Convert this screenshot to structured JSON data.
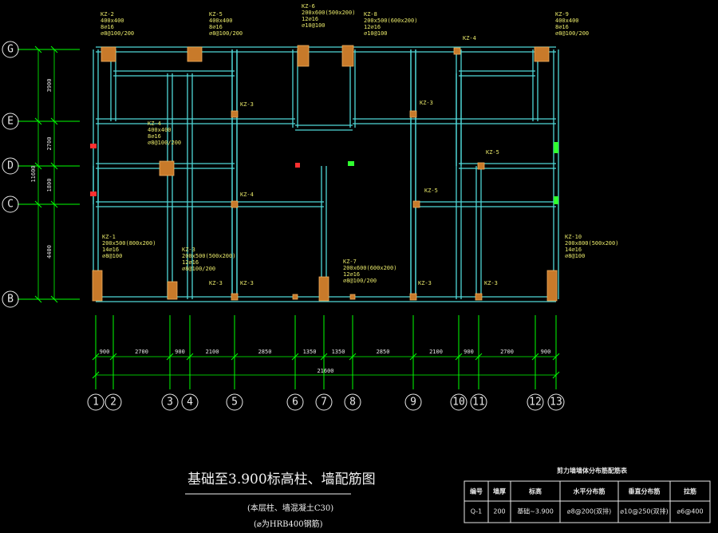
{
  "title": "基础至3.900标高柱、墙配筋图",
  "subtitle1": "(本层柱、墙混凝土C30)",
  "subtitle2": "(⌀为HRB400钢筋)",
  "grid_rows": [
    "G",
    "E",
    "D",
    "C",
    "B"
  ],
  "grid_cols": [
    "1",
    "2",
    "3",
    "4",
    "5",
    "6",
    "7",
    "8",
    "9",
    "10",
    "11",
    "12",
    "13"
  ],
  "row_dims": [
    "3900",
    "2700",
    "1800",
    "4400"
  ],
  "row_total": "11600",
  "col_dims": [
    "900",
    "2700",
    "900",
    "2100",
    "2850",
    "1350",
    "1350",
    "2850",
    "2100",
    "900",
    "2700",
    "900"
  ],
  "col_total": "21600",
  "columns": [
    {
      "id": "kz2",
      "lines": [
        "KZ-2",
        "400x400",
        "8⌀16",
        "⌀8@100/200"
      ]
    },
    {
      "id": "kz5",
      "lines": [
        "KZ-5",
        "400x400",
        "8⌀16",
        "⌀8@100/200"
      ]
    },
    {
      "id": "kz6",
      "lines": [
        "KZ-6",
        "200x600(500x200)",
        "12⌀16",
        "⌀10@100"
      ]
    },
    {
      "id": "kz8",
      "lines": [
        "KZ-8",
        "200x500(600x200)",
        "12⌀16",
        "⌀10@100"
      ]
    },
    {
      "id": "kz9",
      "lines": [
        "KZ-9",
        "400x400",
        "8⌀16",
        "⌀8@100/200"
      ]
    },
    {
      "id": "kz4a",
      "lines": [
        "KZ-4"
      ]
    },
    {
      "id": "kz4b",
      "lines": [
        "KZ-4",
        "400x400",
        "8⌀16",
        "⌀8@100/200"
      ]
    },
    {
      "id": "kz3a",
      "lines": [
        "KZ-3"
      ]
    },
    {
      "id": "kz3b",
      "lines": [
        "KZ-3"
      ]
    },
    {
      "id": "kz4c",
      "lines": [
        "KZ-4"
      ]
    },
    {
      "id": "kz5b",
      "lines": [
        "KZ-5"
      ]
    },
    {
      "id": "kz5c",
      "lines": [
        "KZ-5"
      ]
    },
    {
      "id": "kz1",
      "lines": [
        "KZ-1",
        "200x500(800x200)",
        "14⌀16",
        "⌀8@100"
      ]
    },
    {
      "id": "kz3c",
      "lines": [
        "KZ-3",
        "200x500(500x200)",
        "12⌀16",
        "⌀8@100/200"
      ]
    },
    {
      "id": "kz7",
      "lines": [
        "KZ-7",
        "200x600(600x200)",
        "12⌀16",
        "⌀8@100/200"
      ]
    },
    {
      "id": "kz10",
      "lines": [
        "KZ-10",
        "200x800(500x200)",
        "14⌀16",
        "⌀8@100"
      ]
    },
    {
      "id": "kz3d",
      "lines": [
        "KZ-3"
      ]
    },
    {
      "id": "kz3e",
      "lines": [
        "KZ-3"
      ]
    },
    {
      "id": "kz3f",
      "lines": [
        "KZ-3"
      ]
    },
    {
      "id": "kz3g",
      "lines": [
        "KZ-3"
      ]
    }
  ],
  "table": {
    "title": "剪力墙墙体分布筋配筋表",
    "headers": [
      "编号",
      "墙厚",
      "标高",
      "水平分布筋",
      "垂直分布筋",
      "拉筋"
    ],
    "rows": [
      [
        "Q-1",
        "200",
        "基础~3.900",
        "⌀8@200(双排)",
        "⌀10@250(双排)",
        "⌀6@400"
      ]
    ]
  },
  "colors": {
    "axis": "#00ff00",
    "beam": "#4fd8d8",
    "column": "#c87a2a",
    "text": "#e8e86a",
    "dim": "#e8e8e8"
  }
}
